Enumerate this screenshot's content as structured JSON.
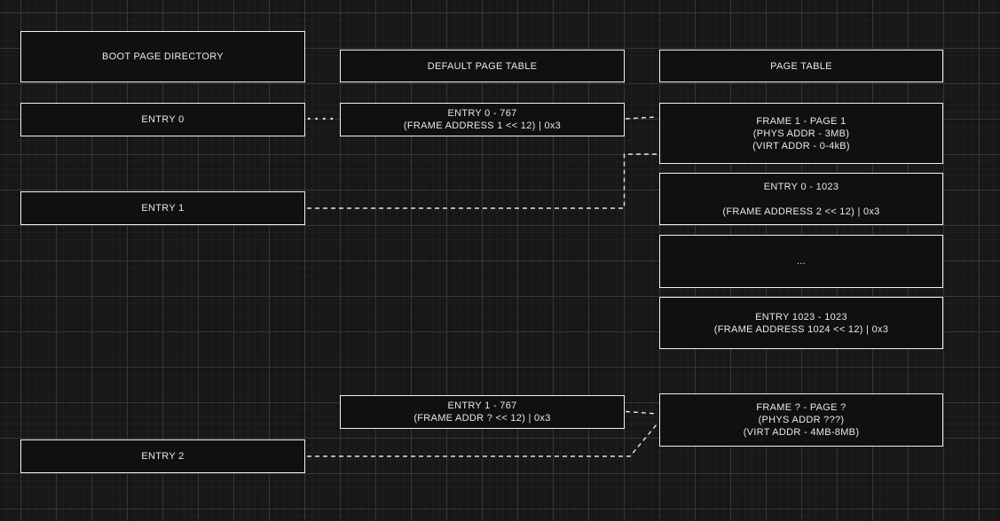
{
  "diagram_title": "boot page directory / page table mapping diagram",
  "colors": {
    "canvas_background": "#171717",
    "grid_minor": "#1e1e1e",
    "grid_major": "#373737",
    "box_fill": "#101010",
    "box_border": "#f2f2f2",
    "text": "#e9e9e9",
    "connector": "#e3e3e3",
    "frame_boundary": "#3d3d3d"
  },
  "boxes": {
    "boot_header": {
      "lines": [
        "BOOT PAGE DIRECTORY"
      ]
    },
    "entry_0": {
      "lines": [
        "ENTRY 0"
      ]
    },
    "entry_1": {
      "lines": [
        "ENTRY 1"
      ]
    },
    "entry_2": {
      "lines": [
        "ENTRY 2"
      ]
    },
    "default_header": {
      "lines": [
        "DEFAULT PAGE TABLE"
      ]
    },
    "entry_0_767": {
      "lines": [
        "ENTRY 0 - 767",
        "(FRAME ADDRESS 1 << 12) | 0x3"
      ]
    },
    "entry_1_767": {
      "lines": [
        "ENTRY 1 - 767",
        "(FRAME ADDR ? << 12)  | 0x3"
      ]
    },
    "page_header": {
      "lines": [
        "PAGE TABLE"
      ]
    },
    "frame_1": {
      "lines": [
        "FRAME 1 - PAGE 1",
        "(PHYS ADDR - 3MB)",
        "(VIRT ADDR - 0-4kB)"
      ]
    },
    "entry_0_1023": {
      "lines": [
        "ENTRY 0 - 1023",
        "",
        "(FRAME ADDRESS 2 << 12) | 0x3"
      ]
    },
    "ellipsis": {
      "lines": [
        "..."
      ]
    },
    "entry_1023_1023": {
      "lines": [
        "ENTRY 1023 - 1023",
        "(FRAME ADDRESS 1024 << 12) | 0x3"
      ]
    },
    "frame_q": {
      "lines": [
        "FRAME ? - PAGE ?",
        "(PHYS ADDR ???)",
        "(VIRT ADDR - 4MB-8MB)"
      ]
    }
  },
  "connectors": [
    {
      "from": "entry_0",
      "to": "entry_0_767",
      "style": "dotted"
    },
    {
      "from": "entry_0_767",
      "to": "frame_1",
      "style": "dashed"
    },
    {
      "from": "entry_1",
      "to": "frame_1",
      "style": "dashed-elbow"
    },
    {
      "from": "entry_1_767",
      "to": "frame_q",
      "style": "dashed"
    },
    {
      "from": "entry_2",
      "to": "frame_q",
      "style": "dashed-elbow"
    }
  ]
}
